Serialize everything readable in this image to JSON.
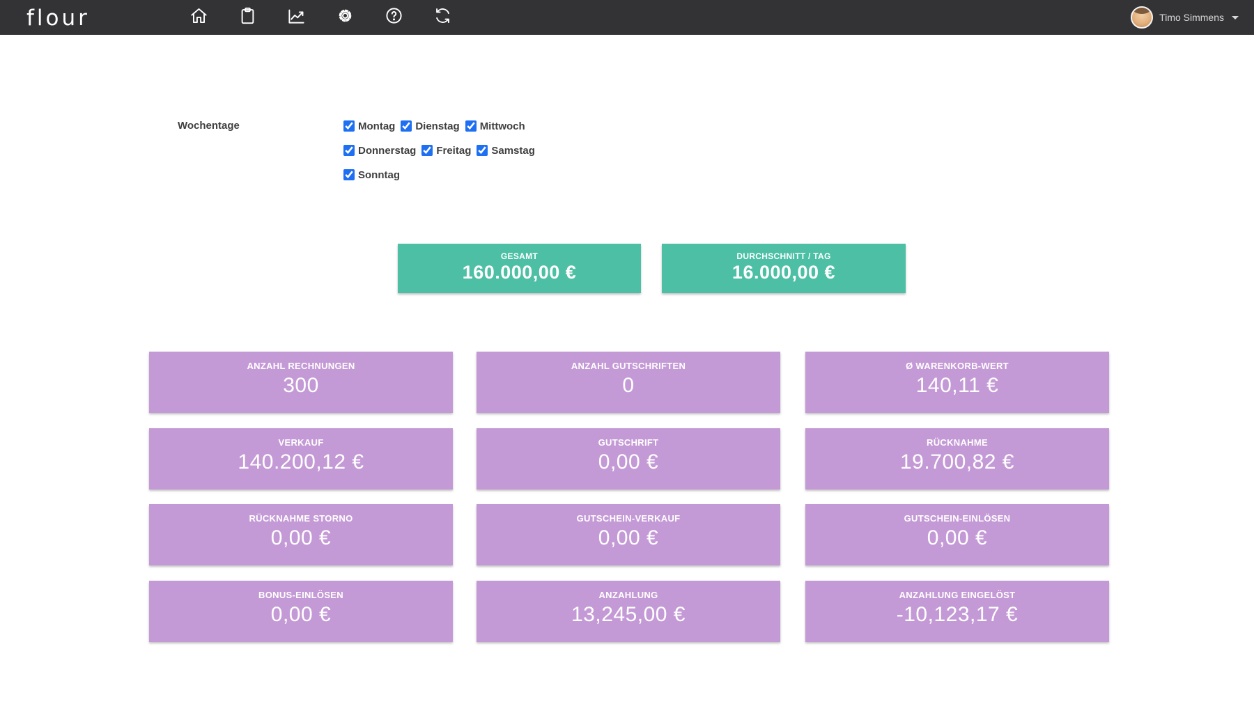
{
  "header": {
    "logo_text": "flour",
    "nav_icons": [
      "home-icon",
      "clipboard-icon",
      "chart-icon",
      "gear-icon",
      "help-icon",
      "refresh-icon"
    ],
    "user": {
      "name": "Timo Simmens"
    }
  },
  "filters": {
    "label": "Wochentage",
    "weekdays": [
      {
        "label": "Montag",
        "checked": "checked"
      },
      {
        "label": "Dienstag",
        "checked": "checked"
      },
      {
        "label": "Mittwoch",
        "checked": "checked"
      },
      {
        "label": "Donnerstag",
        "checked": "checked"
      },
      {
        "label": "Freitag",
        "checked": "checked"
      },
      {
        "label": "Samstag",
        "checked": "checked"
      },
      {
        "label": "Sonntag",
        "checked": "checked"
      }
    ]
  },
  "summary_cards": [
    {
      "label": "GESAMT",
      "value": "160.000,00 €"
    },
    {
      "label": "DURCHSCHNITT / TAG",
      "value": "16.000,00 €"
    }
  ],
  "stats": [
    {
      "label": "ANZAHL RECHNUNGEN",
      "value": "300"
    },
    {
      "label": "ANZAHL GUTSCHRIFTEN",
      "value": "0"
    },
    {
      "label": "Ø WARENKORB-WERT",
      "value": "140,11 €"
    },
    {
      "label": "VERKAUF",
      "value": "140.200,12 €"
    },
    {
      "label": "GUTSCHRIFT",
      "value": "0,00 €"
    },
    {
      "label": "RÜCKNAHME",
      "value": "19.700,82 €"
    },
    {
      "label": "RÜCKNAHME STORNO",
      "value": "0,00 €"
    },
    {
      "label": "GUTSCHEIN-VERKAUF",
      "value": "0,00 €"
    },
    {
      "label": "GUTSCHEIN-EINLÖSEN",
      "value": "0,00 €"
    },
    {
      "label": "BONUS-EINLÖSEN",
      "value": "0,00 €"
    },
    {
      "label": "ANZAHLUNG",
      "value": "13,245,00 €"
    },
    {
      "label": "ANZAHLUNG EINGELÖST",
      "value": "-10,123,17 €"
    }
  ],
  "colors": {
    "header_bg": "#333336",
    "teal": "#4dbfa5",
    "purple": "#c49ad6",
    "checkbox_blue": "#1e6ff2"
  }
}
